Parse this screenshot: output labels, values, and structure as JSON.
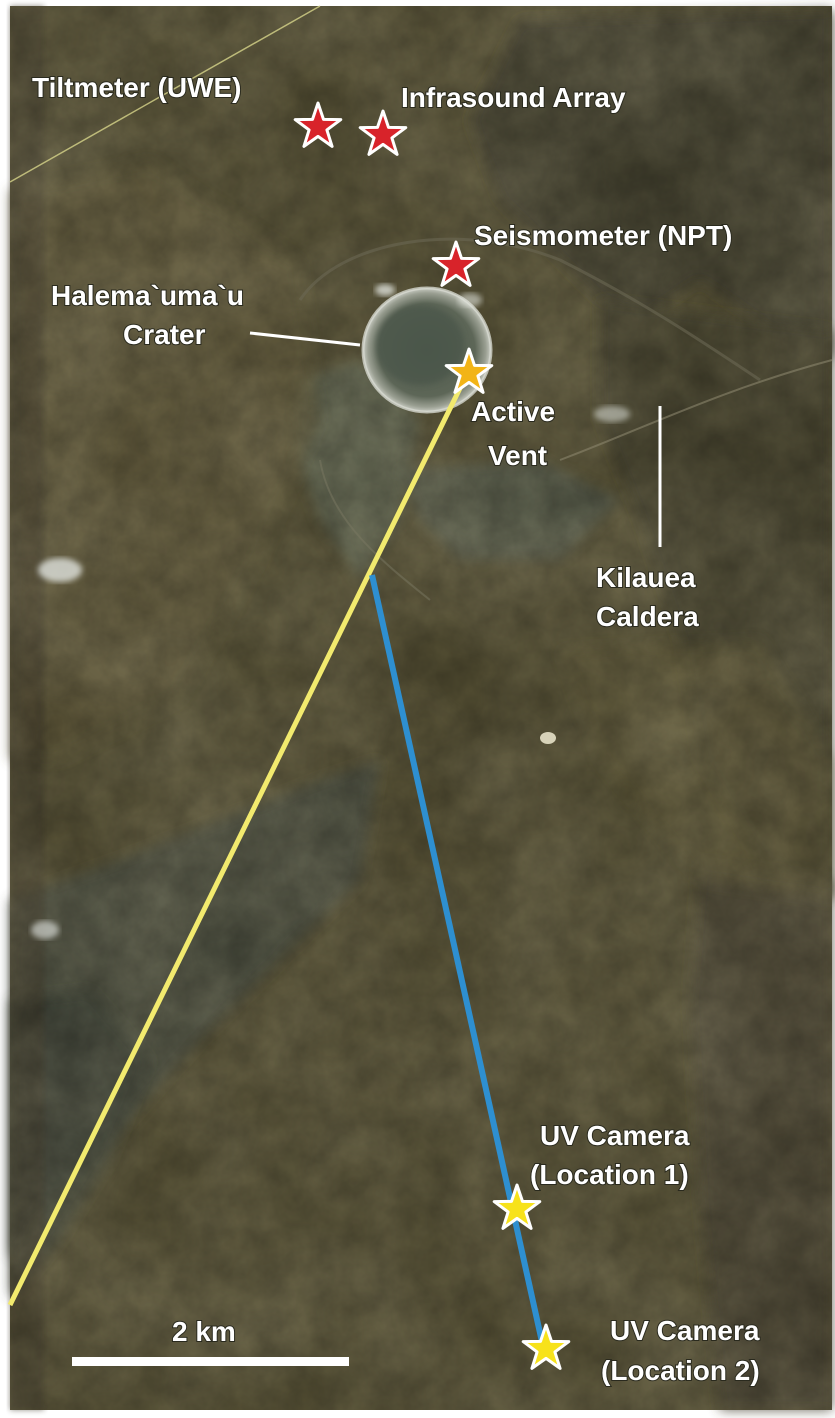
{
  "labels": {
    "tiltmeter": "Tiltmeter (UWE)",
    "infrasound": "Infrasound Array",
    "seismometer": "Seismometer (NPT)",
    "crater_line1": "Halema`uma`u",
    "crater_line2": "Crater",
    "vent_line1": "Active",
    "vent_line2": "Vent",
    "caldera_line1": "Kilauea",
    "caldera_line2": "Caldera",
    "uv1_line1": "UV Camera",
    "uv1_line2": "(Location 1)",
    "uv2_line1": "UV Camera",
    "uv2_line2": "(Location 2)",
    "scale": "2 km"
  },
  "colors": {
    "instrument_star": "#d8232a",
    "vent_star": "#f2b417",
    "camera_star": "#f7e21b",
    "yellow_line": "#f2ea6e",
    "blue_line": "#2e8fd0",
    "background": "#4f4a30"
  }
}
